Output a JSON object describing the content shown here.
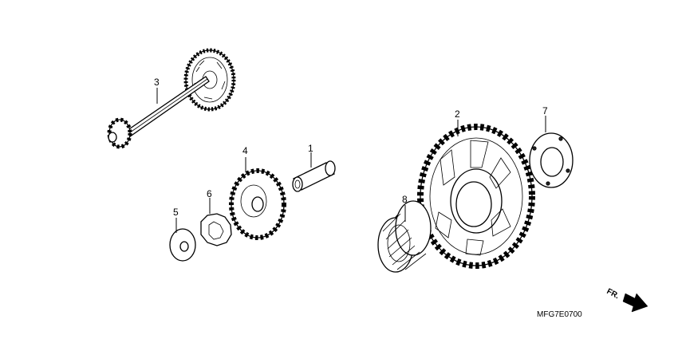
{
  "callouts": {
    "c1": "1",
    "c2": "2",
    "c3": "3",
    "c4": "4",
    "c5": "5",
    "c6": "6",
    "c7": "7",
    "c8": "8"
  },
  "diagram_code": "MFG7E0700",
  "direction_label": "FR."
}
